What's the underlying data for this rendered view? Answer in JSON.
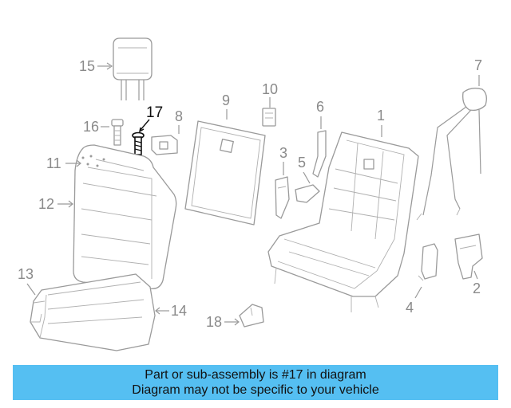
{
  "diagram": {
    "highlight_color": "#111111",
    "part_color": "#9a9a9a",
    "callouts": [
      {
        "id": "c1",
        "text": "1"
      },
      {
        "id": "c2",
        "text": "2"
      },
      {
        "id": "c3",
        "text": "3"
      },
      {
        "id": "c4",
        "text": "4"
      },
      {
        "id": "c5",
        "text": "5"
      },
      {
        "id": "c6",
        "text": "6"
      },
      {
        "id": "c7",
        "text": "7"
      },
      {
        "id": "c8",
        "text": "8"
      },
      {
        "id": "c9",
        "text": "9"
      },
      {
        "id": "c10",
        "text": "10"
      },
      {
        "id": "c11",
        "text": "11"
      },
      {
        "id": "c12",
        "text": "12"
      },
      {
        "id": "c13",
        "text": "13"
      },
      {
        "id": "c14",
        "text": "14"
      },
      {
        "id": "c15",
        "text": "15"
      },
      {
        "id": "c16",
        "text": "16"
      },
      {
        "id": "c17",
        "text": "17"
      },
      {
        "id": "c18",
        "text": "18"
      }
    ]
  },
  "banner": {
    "color": "#55bff2",
    "line1": "Part or sub-assembly is #17 in diagram",
    "line2": "Diagram may not be specific to your vehicle"
  }
}
